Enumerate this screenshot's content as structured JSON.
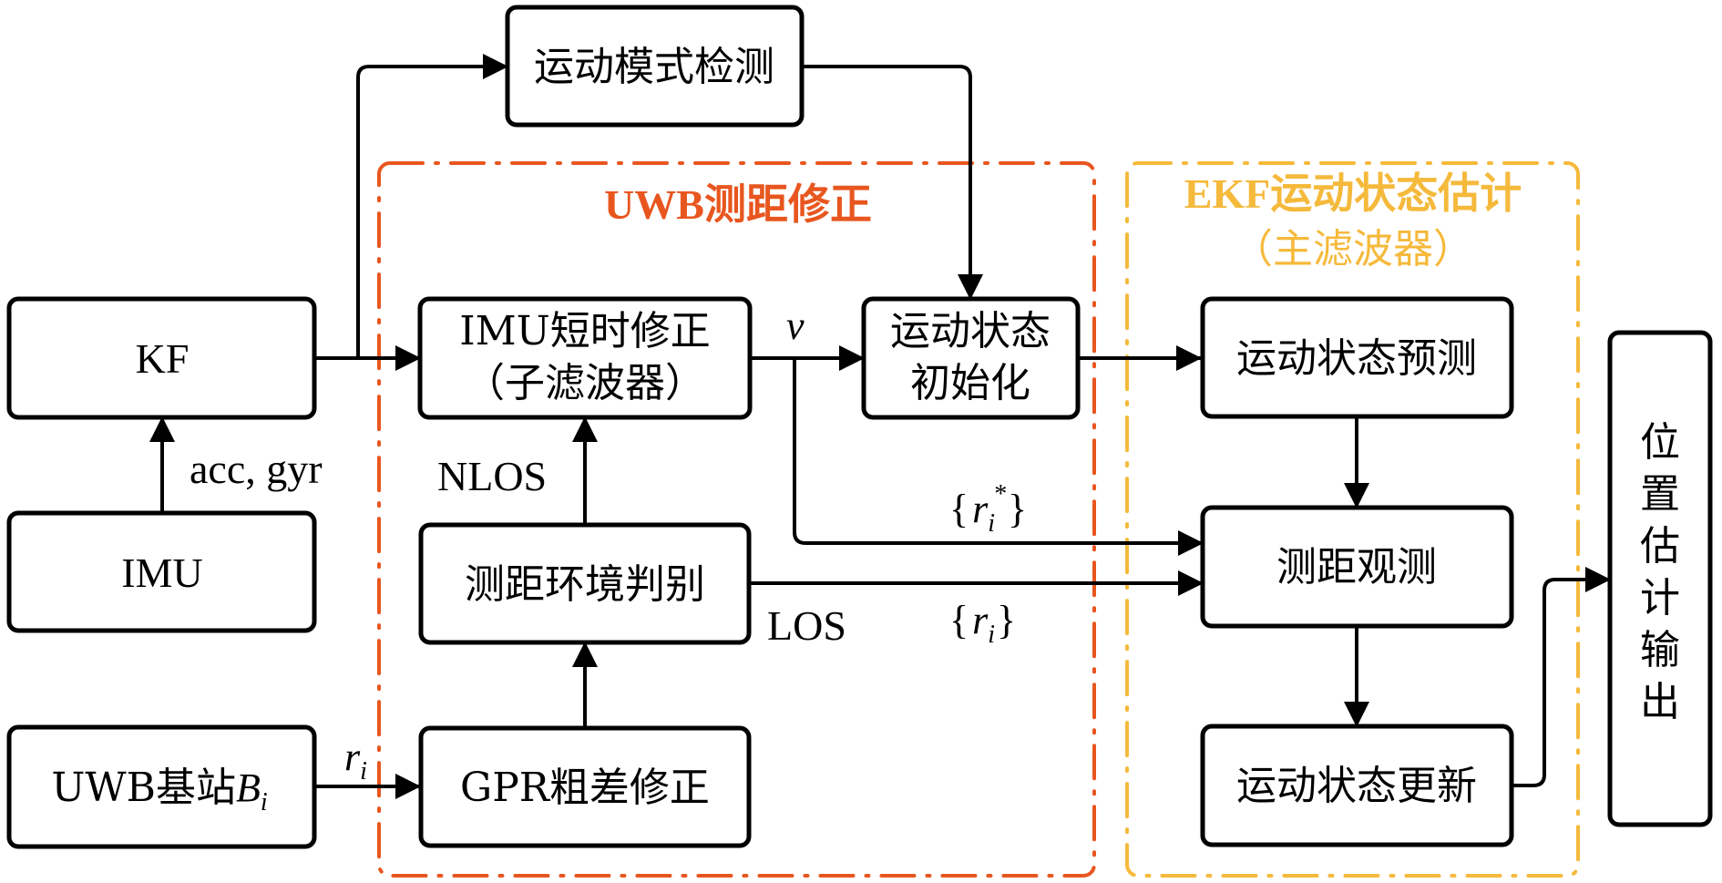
{
  "colors": {
    "uwb_group": "#E8561F",
    "ekf_group": "#F5B93B",
    "box_stroke": "#000000",
    "background": "#FFFFFF"
  },
  "groups": {
    "uwb": {
      "title": "UWB测距修正"
    },
    "ekf": {
      "title_line1": "EKF运动状态估计",
      "title_line2": "（主滤波器）"
    }
  },
  "nodes": {
    "motion_mode": {
      "label": "运动模式检测"
    },
    "kf": {
      "label": "KF"
    },
    "imu": {
      "label": "IMU"
    },
    "uwb_station": {
      "label_main": "UWB基站",
      "label_var": "B",
      "label_sub": "i"
    },
    "imu_correction": {
      "line1": "IMU短时修正",
      "line2": "（子滤波器）"
    },
    "env_judge": {
      "label": "测距环境判别"
    },
    "gpr": {
      "label": "GPR粗差修正"
    },
    "state_init": {
      "line1": "运动状态",
      "line2": "初始化"
    },
    "state_predict": {
      "label": "运动状态预测"
    },
    "range_obs": {
      "label": "测距观测"
    },
    "state_update": {
      "label": "运动状态更新"
    },
    "output": {
      "chars": [
        "位",
        "置",
        "估",
        "计",
        "输",
        "出"
      ]
    }
  },
  "edge_labels": {
    "acc_gyr": "acc, gyr",
    "nlos": "NLOS",
    "los": "LOS",
    "v": "v",
    "r_i_var": "r",
    "r_i_sub": "i",
    "r_i_star_open": "{",
    "r_i_star_var": "r",
    "r_i_star_sub": "i",
    "r_i_star_sup": "*",
    "r_i_star_close": "}",
    "r_i_set_open": "{",
    "r_i_set_var": "r",
    "r_i_set_sub": "i",
    "r_i_set_close": "}"
  }
}
